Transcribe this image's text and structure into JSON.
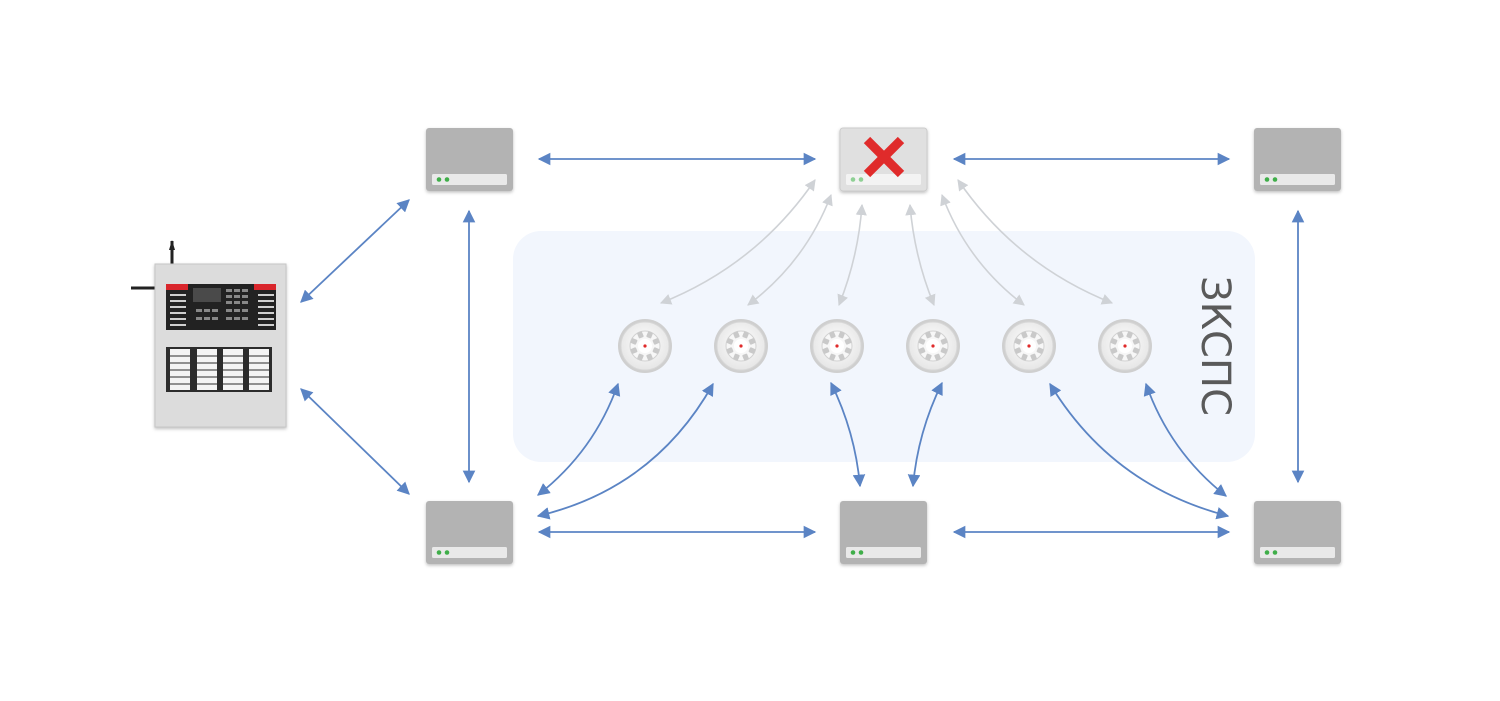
{
  "zone": {
    "label": "ЗКСПС",
    "fill": "#f2f6fd"
  },
  "colors": {
    "active_link": "#5b84c4",
    "inactive_link": "#cfd2d6",
    "module_body": "#b3b3b3",
    "module_faceplate": "#e9e9e9",
    "led": "#3fae49",
    "fault_mark": "#e02b2b",
    "panel_body": "#dcdcdc",
    "panel_screen": "#222222",
    "panel_accent": "#d9262c",
    "detector_ring": "#d7d7d7"
  },
  "nodes": {
    "control_panel": {
      "type": "panel",
      "icon": "fire-alarm-control-panel-icon"
    },
    "module_top_left": {
      "type": "module",
      "status": "ok"
    },
    "module_top_center": {
      "type": "module",
      "status": "fault",
      "icon": "red-cross-icon"
    },
    "module_top_right": {
      "type": "module",
      "status": "ok"
    },
    "module_bottom_left": {
      "type": "module",
      "status": "ok"
    },
    "module_bottom_center": {
      "type": "module",
      "status": "ok"
    },
    "module_bottom_right": {
      "type": "module",
      "status": "ok"
    },
    "detectors": [
      {
        "id": "detector_1",
        "icon": "smoke-detector-icon"
      },
      {
        "id": "detector_2",
        "icon": "smoke-detector-icon"
      },
      {
        "id": "detector_3",
        "icon": "smoke-detector-icon"
      },
      {
        "id": "detector_4",
        "icon": "smoke-detector-icon"
      },
      {
        "id": "detector_5",
        "icon": "smoke-detector-icon"
      },
      {
        "id": "detector_6",
        "icon": "smoke-detector-icon"
      }
    ]
  },
  "links": [
    {
      "from": "control_panel",
      "to": "module_top_left",
      "state": "active"
    },
    {
      "from": "control_panel",
      "to": "module_bottom_left",
      "state": "active"
    },
    {
      "from": "module_top_left",
      "to": "module_bottom_left",
      "state": "active"
    },
    {
      "from": "module_top_left",
      "to": "module_top_center",
      "state": "active"
    },
    {
      "from": "module_top_center",
      "to": "module_top_right",
      "state": "active"
    },
    {
      "from": "module_top_right",
      "to": "module_bottom_right",
      "state": "active"
    },
    {
      "from": "module_bottom_left",
      "to": "module_bottom_center",
      "state": "active"
    },
    {
      "from": "module_bottom_center",
      "to": "module_bottom_right",
      "state": "active"
    },
    {
      "from": "module_top_center",
      "to": "detector_1",
      "state": "inactive"
    },
    {
      "from": "module_top_center",
      "to": "detector_2",
      "state": "inactive"
    },
    {
      "from": "module_top_center",
      "to": "detector_3",
      "state": "inactive"
    },
    {
      "from": "module_top_center",
      "to": "detector_4",
      "state": "inactive"
    },
    {
      "from": "module_top_center",
      "to": "detector_5",
      "state": "inactive"
    },
    {
      "from": "module_top_center",
      "to": "detector_6",
      "state": "inactive"
    },
    {
      "from": "module_bottom_left",
      "to": "detector_1",
      "state": "active"
    },
    {
      "from": "module_bottom_left",
      "to": "detector_2",
      "state": "active"
    },
    {
      "from": "module_bottom_center",
      "to": "detector_3",
      "state": "active"
    },
    {
      "from": "module_bottom_center",
      "to": "detector_4",
      "state": "active"
    },
    {
      "from": "module_bottom_right",
      "to": "detector_5",
      "state": "active"
    },
    {
      "from": "module_bottom_right",
      "to": "detector_6",
      "state": "active"
    }
  ]
}
